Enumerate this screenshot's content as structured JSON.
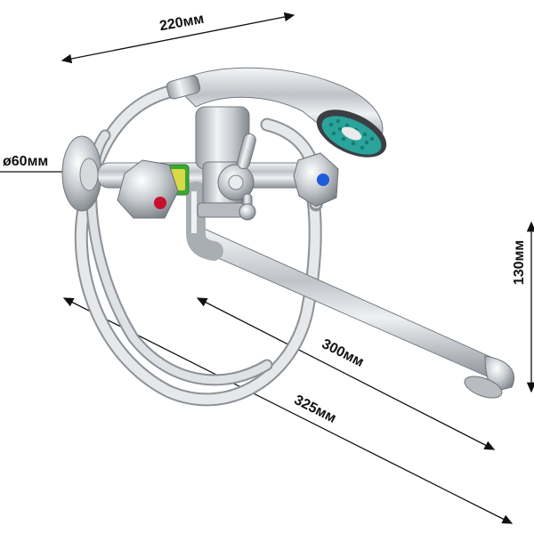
{
  "dimensions": {
    "width_top": "220мм",
    "diameter": "ø60мм",
    "height": "130мм",
    "spout_length": "300мм",
    "overall_length": "325мм"
  },
  "colors": {
    "hot_handle": "#c8102e",
    "cold_handle": "#1e5bd8",
    "chrome": "#c9ccd0",
    "shower_nozzles": "#2aa39a",
    "dimension_line": "#111111",
    "label_band": "#3aa832"
  }
}
